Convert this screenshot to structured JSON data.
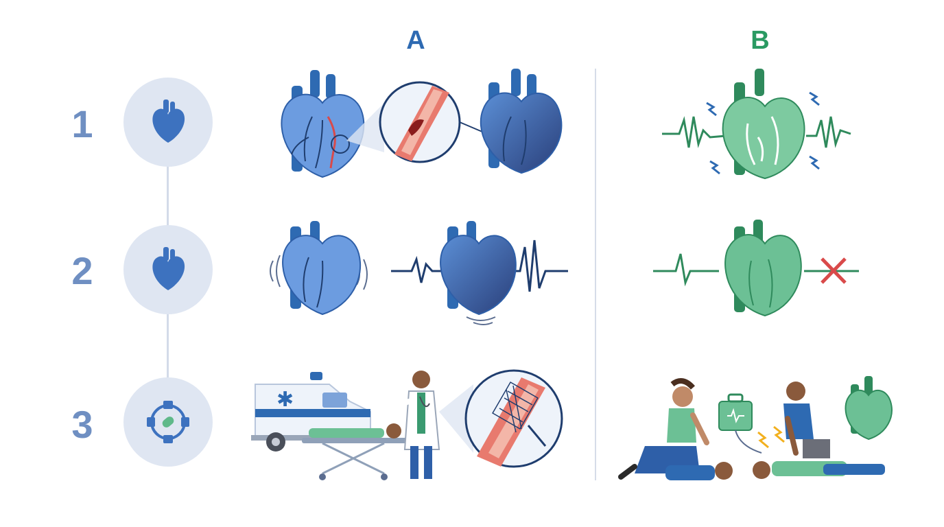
{
  "columns": {
    "a": "A",
    "b": "B"
  },
  "rows": [
    {
      "number": "1",
      "icon": "heart-icon"
    },
    {
      "number": "2",
      "icon": "heart-icon"
    },
    {
      "number": "3",
      "icon": "treatment-target-icon"
    }
  ],
  "colors": {
    "blue_heart": "#5b8fd6",
    "blue_dark": "#2e5fa8",
    "green_heart": "#5fb98a",
    "green_dark": "#2f8a5c",
    "red": "#d94a4a",
    "line_dark": "#1f3d6e"
  }
}
